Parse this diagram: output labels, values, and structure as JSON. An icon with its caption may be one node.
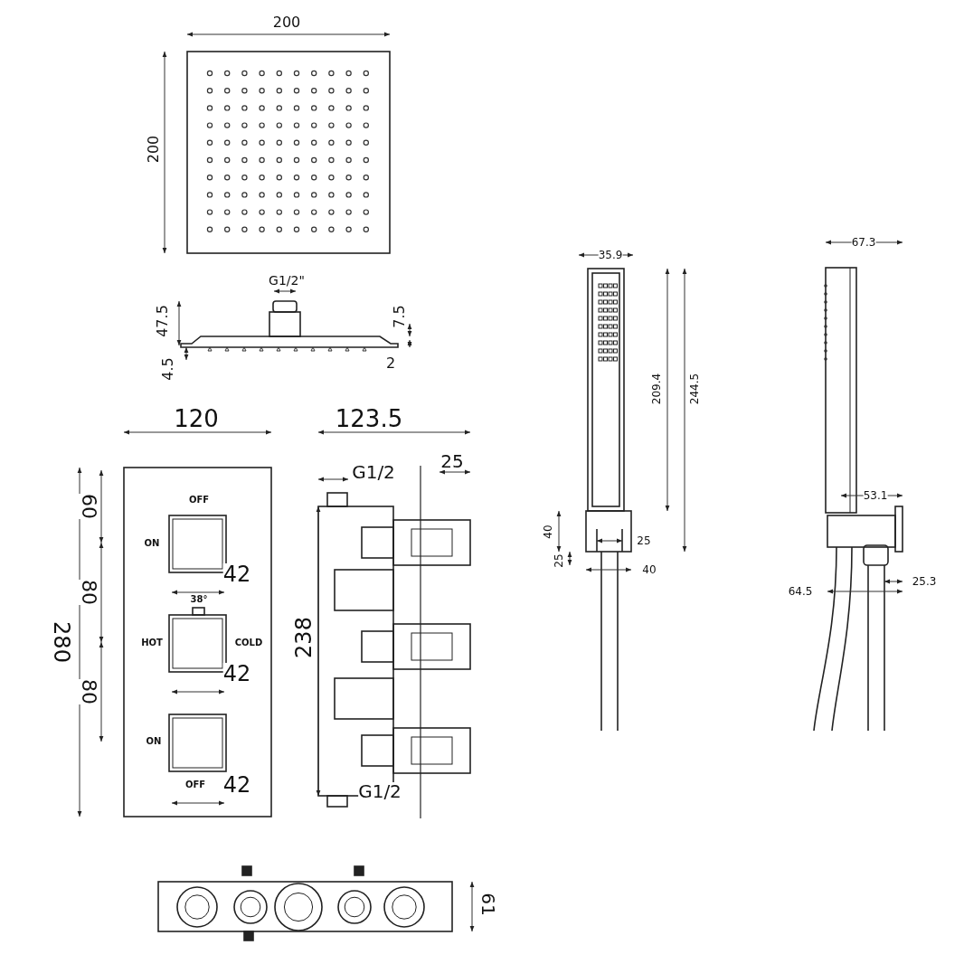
{
  "diagram": {
    "labels": [
      "200",
      "200",
      "G1/2\"",
      "47.5",
      "7.5",
      "4.5",
      "2",
      "35.9",
      "67.3",
      "209.4",
      "244.5",
      "53.1",
      "40",
      "25",
      "25",
      "40",
      "64.5",
      "25.3",
      "120",
      "123.5",
      "G1/2",
      "25",
      "60",
      "OFF",
      "ON",
      "80",
      "42",
      "38°",
      "280",
      "HOT",
      "COLD",
      "238",
      "80",
      "42",
      "ON",
      "OFF",
      "42",
      "G1/2",
      "61"
    ]
  }
}
